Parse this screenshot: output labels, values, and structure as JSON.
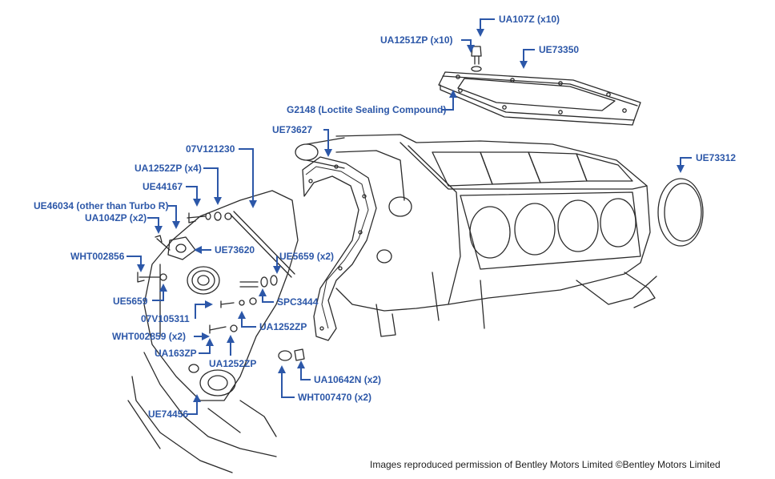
{
  "labels": {
    "ua107z": "UA107Z (x10)",
    "ua1251zp": "UA1251ZP (x10)",
    "ue73350": "UE73350",
    "g2148": "G2148 (Loctite Sealing Compound)",
    "ue73627": "UE73627",
    "ue73312": "UE73312",
    "v121230": "07V121230",
    "ua1252zp_x4": "UA1252ZP (x4)",
    "ue44167": "UE44167",
    "ue46034": "UE46034 (other than Turbo R)",
    "ua104zp": "UA104ZP (x2)",
    "ue73620": "UE73620",
    "ue5659_x2": "UE5659 (x2)",
    "wht002856": "WHT002856",
    "spc3444": "SPC3444",
    "ue5659": "UE5659",
    "v105311": "07V105311",
    "ua1252zp_a": "UA1252ZP",
    "wht002859": "WHT002859 (x2)",
    "ua163zp": "UA163ZP",
    "ua1252zp_b": "UA1252ZP",
    "ua10642n": "UA10642N (x2)",
    "wht007470": "WHT007470 (x2)",
    "ue74456": "UE74456"
  },
  "credit": "Images reproduced permission of Bentley Motors Limited ©Bentley Motors Limited",
  "colors": {
    "label": "#2c57a8",
    "ink": "#2b2b2b",
    "background": "#ffffff"
  }
}
